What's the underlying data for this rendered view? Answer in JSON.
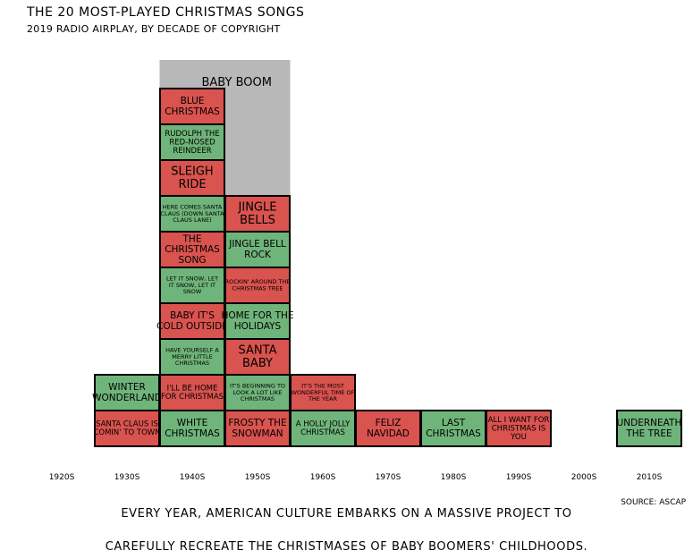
{
  "title": "THE 20 MOST-PLAYED CHRISTMAS SONGS",
  "subtitle": "2019 RADIO AIRPLAY, BY DECADE OF COPYRIGHT",
  "source": "SOURCE: ASCAP",
  "caption": {
    "line1": "EVERY YEAR, AMERICAN CULTURE EMBARKS ON A MASSIVE PROJECT TO",
    "line2": "CAREFULLY RECREATE THE CHRISTMASES OF BABY BOOMERS' CHILDHOODS."
  },
  "colors": {
    "red": "#d9534f",
    "green": "#6fb47a",
    "band": "#b8b8b8",
    "stroke": "#000000"
  },
  "chart_data": {
    "type": "bar",
    "categories": [
      "1920S",
      "1930S",
      "1940S",
      "1950S",
      "1960S",
      "1970S",
      "1980S",
      "1990S",
      "2000S",
      "2010S"
    ],
    "values": [
      0,
      3,
      9,
      6,
      2,
      1,
      1,
      1,
      0,
      1
    ],
    "annotation": {
      "label": "BABY BOOM",
      "from_decade_index": 1.5,
      "to_decade_index": 3.5
    },
    "songs": [
      {
        "decade": 1,
        "level": 0,
        "color": "red",
        "label": "SANTA CLAUS IS COMIN' TO TOWN"
      },
      {
        "decade": 1,
        "level": 1,
        "color": "green",
        "label": "WINTER WONDERLAND"
      },
      {
        "decade": 2,
        "level": 0,
        "color": "green",
        "label": "WHITE CHRISTMAS"
      },
      {
        "decade": 2,
        "level": 1,
        "color": "red",
        "label": "I'LL BE HOME FOR CHRISTMAS"
      },
      {
        "decade": 2,
        "level": 2,
        "color": "green",
        "label": "HAVE YOURSELF A MERRY LITTLE CHRISTMAS"
      },
      {
        "decade": 2,
        "level": 3,
        "color": "red",
        "label": "BABY IT'S COLD OUTSIDE"
      },
      {
        "decade": 2,
        "level": 4,
        "color": "green",
        "label": "LET IT SNOW, LET IT SNOW, LET IT SNOW"
      },
      {
        "decade": 2,
        "level": 5,
        "color": "red",
        "label": "THE CHRISTMAS SONG"
      },
      {
        "decade": 2,
        "level": 6,
        "color": "green",
        "label": "HERE COMES SANTA CLAUS (DOWN SANTA CLAUS LANE)"
      },
      {
        "decade": 2,
        "level": 7,
        "color": "red",
        "label": "SLEIGH RIDE"
      },
      {
        "decade": 2,
        "level": 8,
        "color": "green",
        "label": "RUDOLPH THE RED-NOSED REINDEER"
      },
      {
        "decade": 3,
        "level": 0,
        "color": "red",
        "label": "FROSTY THE SNOWMAN"
      },
      {
        "decade": 3,
        "level": 1,
        "color": "green",
        "label": "IT'S BEGINNING TO LOOK A LOT LIKE CHRISTMAS"
      },
      {
        "decade": 3,
        "level": 2,
        "color": "red",
        "label": "SANTA BABY"
      },
      {
        "decade": 3,
        "level": 3,
        "color": "green",
        "label": "HOME FOR THE HOLIDAYS"
      },
      {
        "decade": 3,
        "level": 4,
        "color": "red",
        "label": "ROCKIN' AROUND THE CHRISTMAS TREE"
      },
      {
        "decade": 3,
        "level": 5,
        "color": "green",
        "label": "JINGLE BELL ROCK"
      },
      {
        "decade": 3,
        "level": 6,
        "color": "red",
        "label": "JINGLE BELLS"
      },
      {
        "decade": 4,
        "level": 0,
        "color": "green",
        "label": "A HOLLY JOLLY CHRISTMAS"
      },
      {
        "decade": 4,
        "level": 1,
        "color": "red",
        "label": "IT'S THE MOST WONDERFUL TIME OF THE YEAR"
      },
      {
        "decade": 5,
        "level": 0,
        "color": "red",
        "label": "FELIZ NAVIDAD"
      },
      {
        "decade": 6,
        "level": 0,
        "color": "green",
        "label": "LAST CHRISTMAS"
      },
      {
        "decade": 7,
        "level": 0,
        "color": "red",
        "label": "ALL I WANT FOR CHRISTMAS IS YOU"
      },
      {
        "decade": 9,
        "level": 0,
        "color": "green",
        "label": "UNDERNEATH THE TREE"
      },
      {
        "decade": 2,
        "level": 9,
        "color": "red",
        "label": "BLUE CHRISTMAS"
      }
    ]
  }
}
